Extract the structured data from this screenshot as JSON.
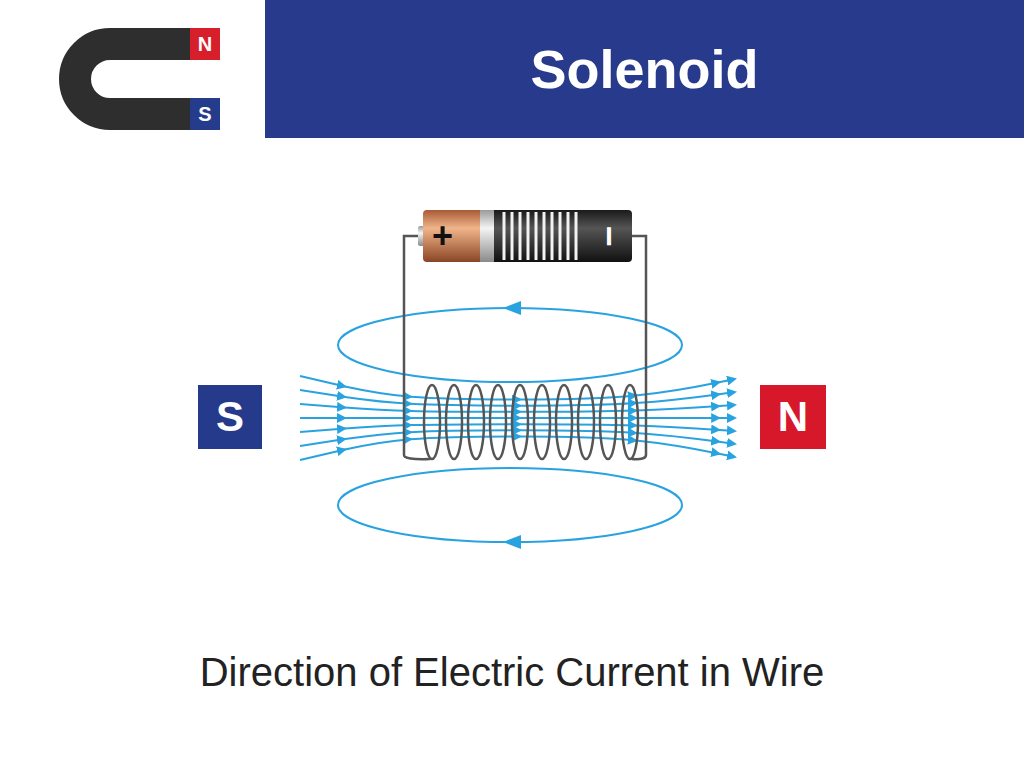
{
  "diagram": {
    "title": "Solenoid",
    "caption": "Direction of Electric Current in Wire",
    "nodes": [
      {
        "text": [
          "N"
        ]
      },
      {
        "text": [
          "S"
        ]
      },
      {
        "text": [
          "+",
          "−"
        ]
      },
      {
        "text": [
          "S"
        ]
      },
      {
        "text": [
          "N"
        ]
      }
    ]
  }
}
